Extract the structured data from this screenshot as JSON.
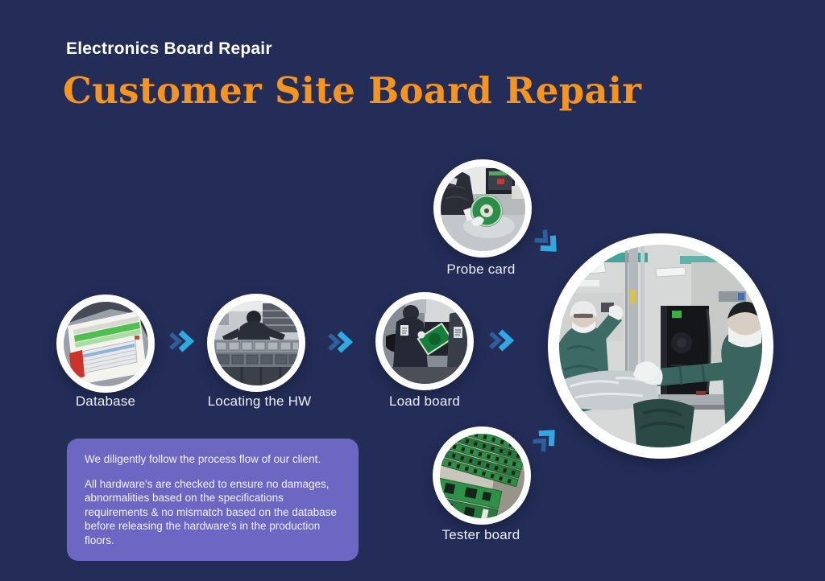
{
  "colors": {
    "background": "#232d58",
    "title_orange": "#F7941E",
    "note_purple": "#6B67C3",
    "arrow_front_blue": "#2FA9E1",
    "arrow_back_blue": "#2E5F9C",
    "circle_ring_white": "#FFFFFF",
    "label_text": "#ECEEF6"
  },
  "header": {
    "eyebrow": "Electronics Board Repair",
    "title": "Customer Site Board Repair"
  },
  "flow": {
    "nodes": [
      {
        "label": "Database",
        "photo": "database-spreadsheet-screen"
      },
      {
        "label": "Locating the HW",
        "photo": "worker-at-storage-racks"
      },
      {
        "label": "Load board",
        "photo": "workers-holding-green-pcb"
      },
      {
        "label": "Probe card",
        "photo": "gloved-hand-on-round-probe-card"
      },
      {
        "label": "Tester board",
        "photo": "stacked-green-tester-boards"
      },
      {
        "label": "",
        "photo": "workers-handing-foil-wrapped-hardware-through-window"
      }
    ],
    "arrow_icon": "double-chevron-right"
  },
  "note": {
    "paragraph1": "We diligently follow the process flow of our client.",
    "paragraph2": "All hardware's are checked to ensure no damages, abnormalities based on the specifications requirements & no mismatch based on the database before releasing the hardware's in the production floors."
  }
}
